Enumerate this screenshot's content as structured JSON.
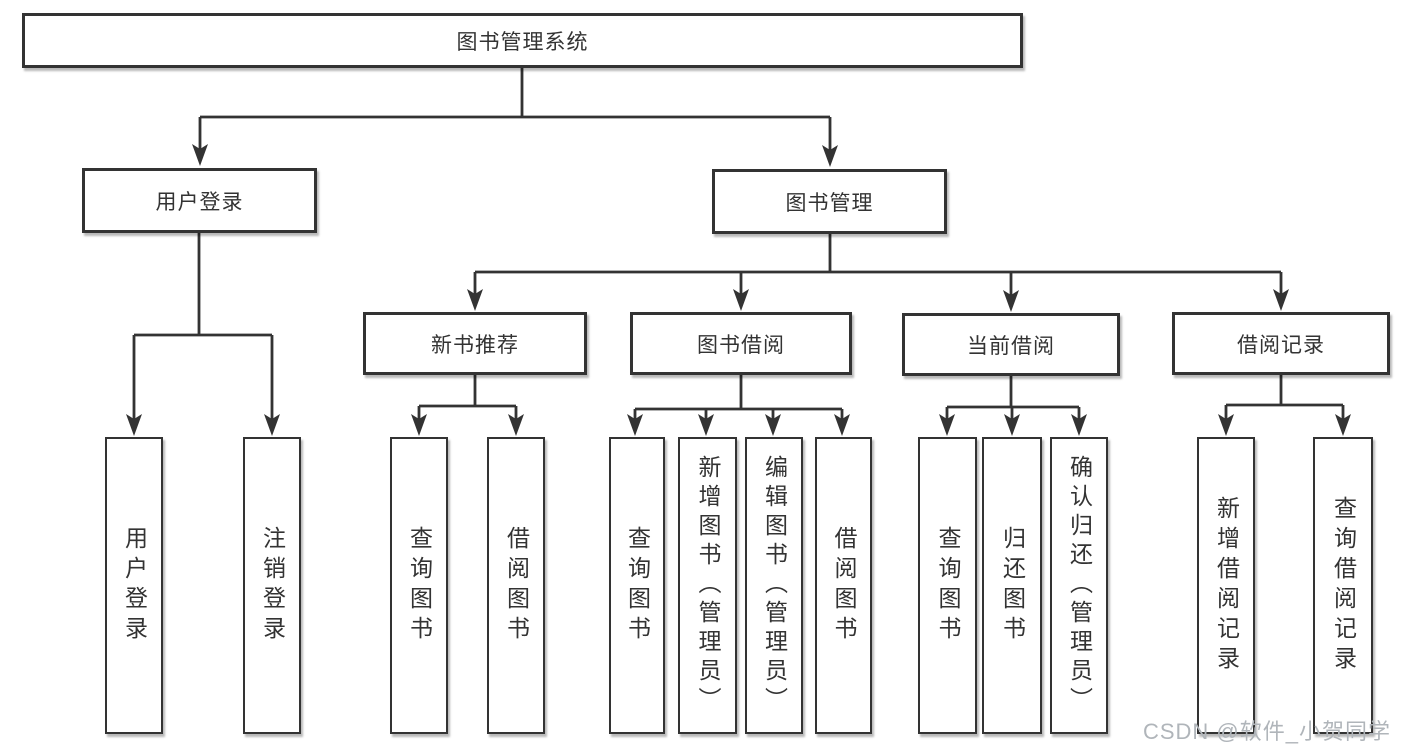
{
  "colors": {
    "line": "#333333",
    "box_background": "#ffffff",
    "text": "#333333",
    "watermark": "#b0b5ba"
  },
  "diagram": {
    "root": "图书管理系统",
    "level2": {
      "user_login": "用户登录",
      "book_mgmt": "图书管理"
    },
    "level3": {
      "new_book": "新书推荐",
      "book_borrow": "图书借阅",
      "current_borrow": "当前借阅",
      "borrow_records": "借阅记录"
    },
    "leaves": {
      "user_login": "用户登录",
      "logout": "注销登录",
      "newbook_query": "查询图书",
      "newbook_borrow": "借阅图书",
      "borrow_query": "查询图书",
      "borrow_add": "新增图书（管理员）",
      "borrow_edit": "编辑图书（管理员）",
      "borrow_borrow": "借阅图书",
      "current_query": "查询图书",
      "current_return": "归还图书",
      "current_confirm": "确认归还（管理员）",
      "records_add": "新增借阅记录",
      "records_query": "查询借阅记录"
    }
  },
  "watermark": "CSDN @软件_小贺同学"
}
